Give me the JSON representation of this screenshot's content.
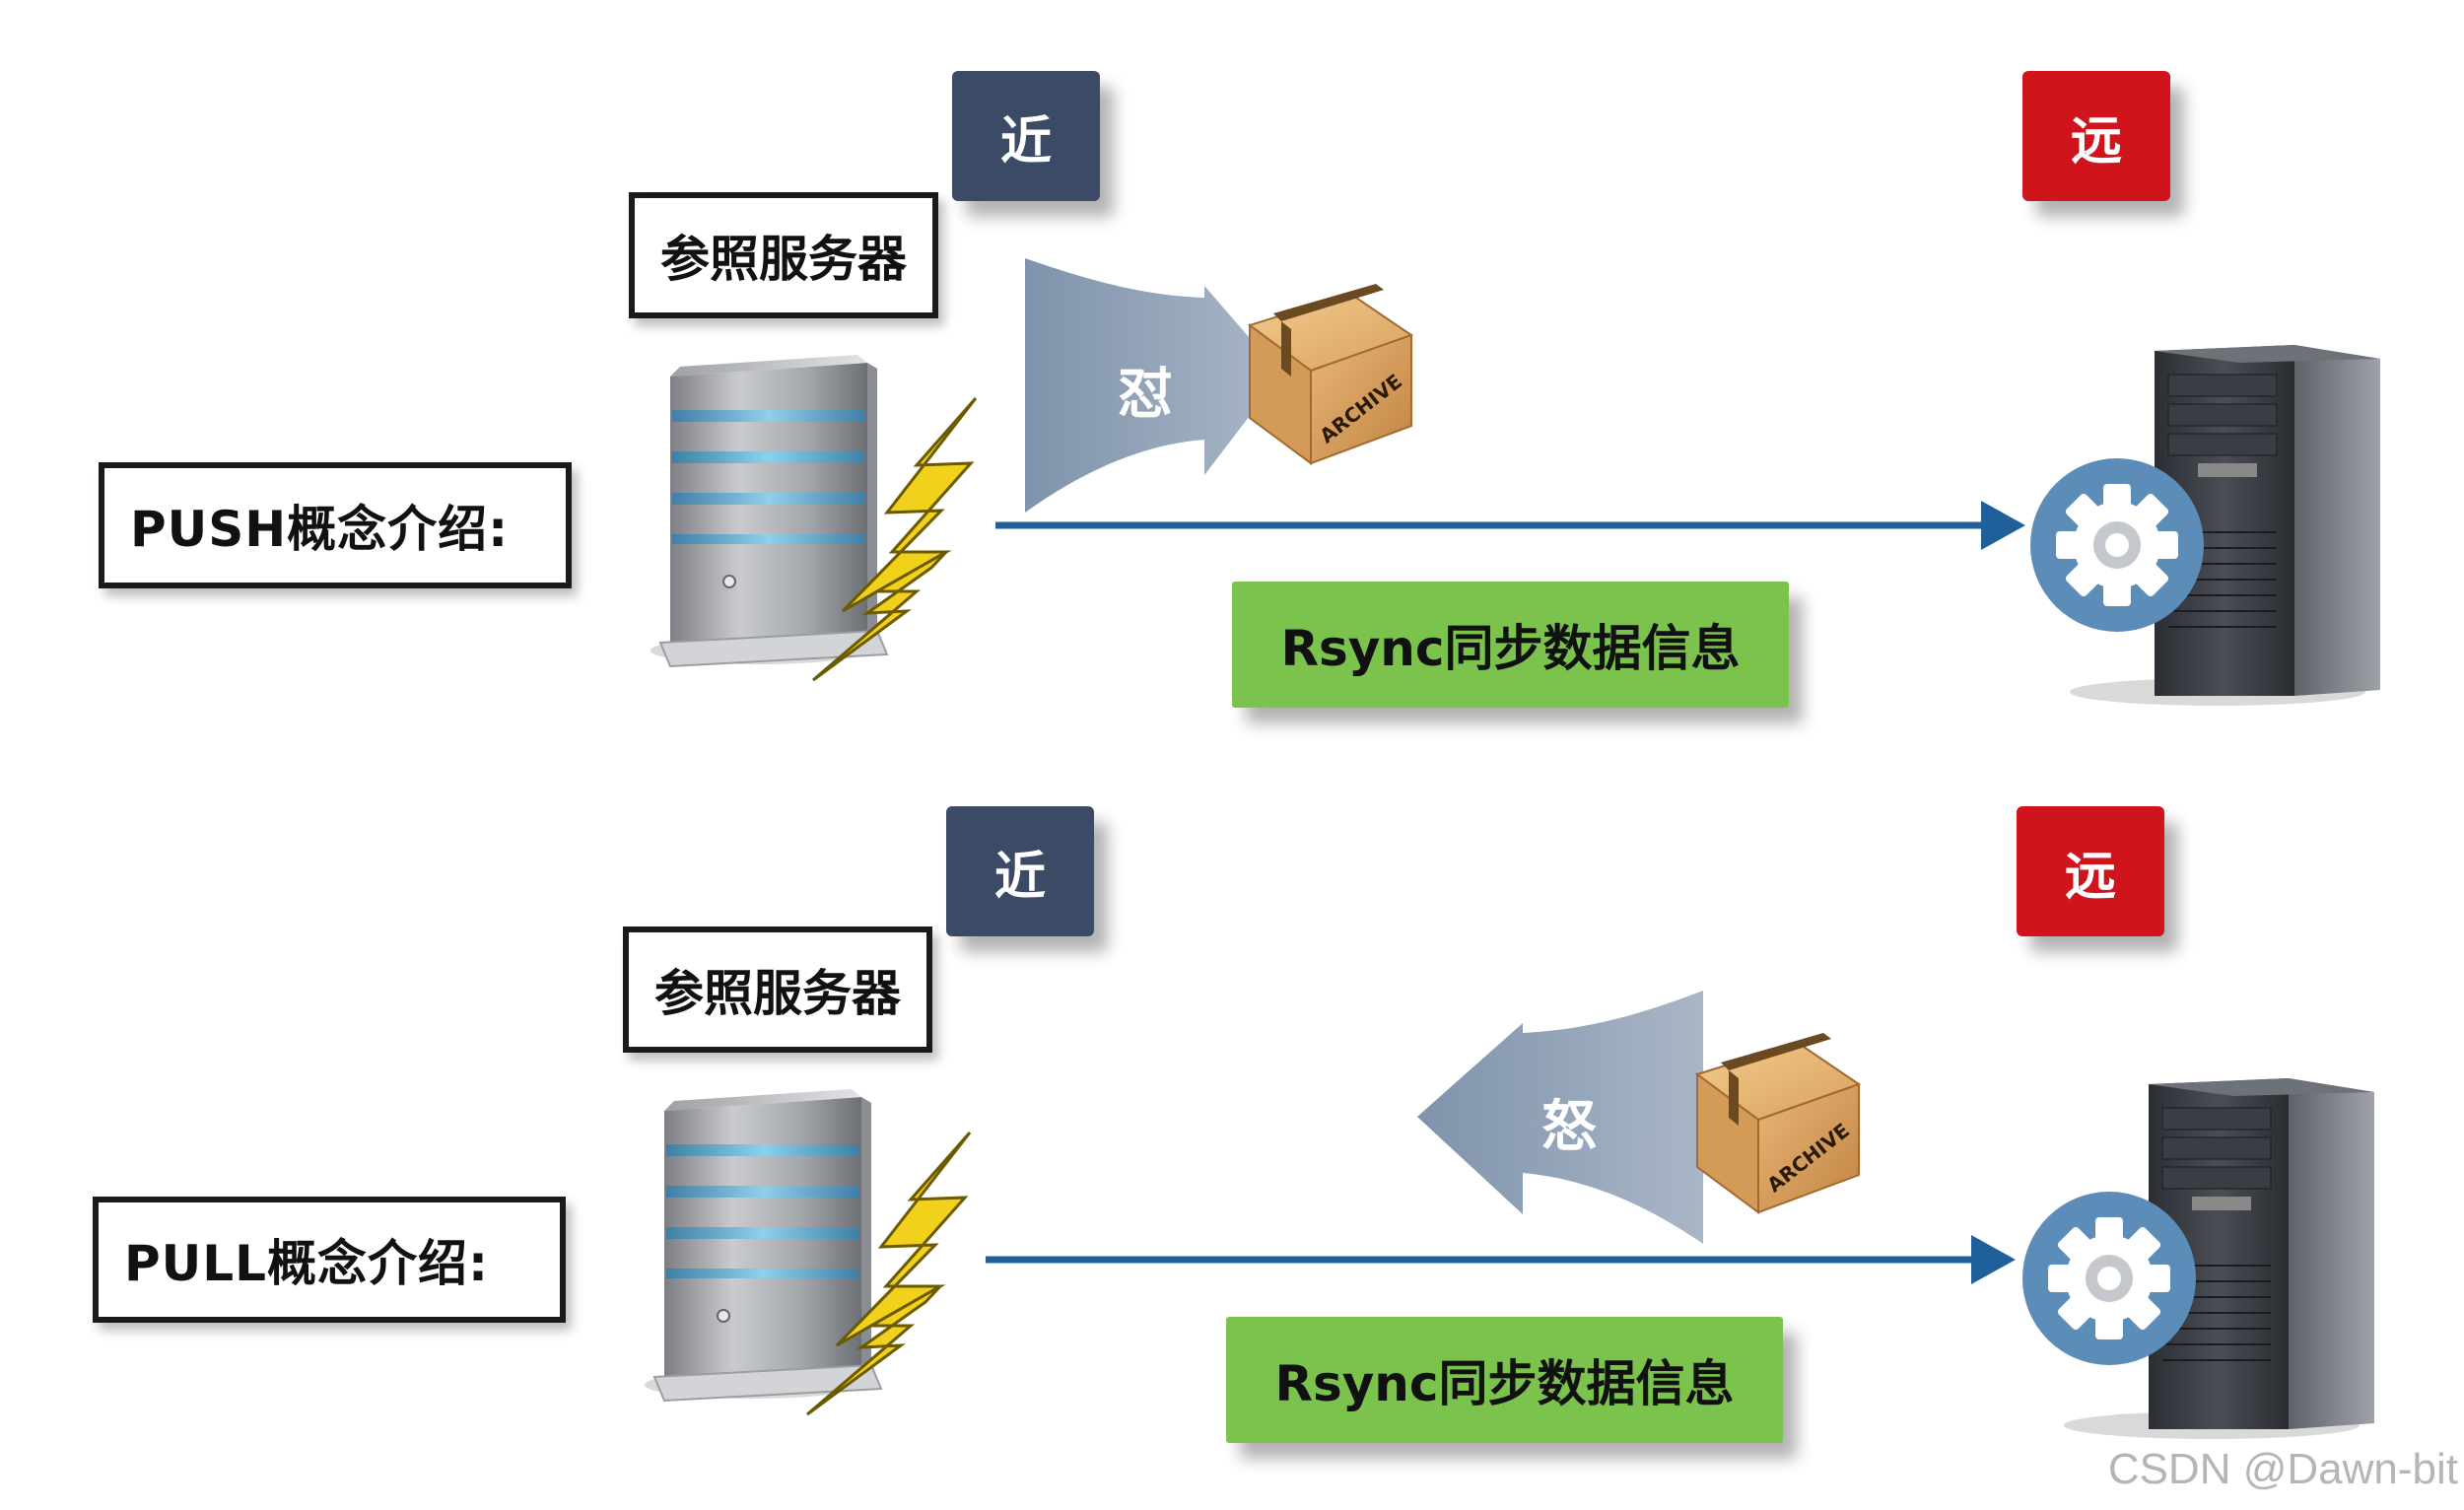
{
  "push": {
    "concept": "PUSH概念介绍:",
    "reference": "参照服务器",
    "near": "近",
    "far": "远",
    "flow": "怼",
    "sync": "Rsync同步数据信息",
    "box": "ARCHIVE"
  },
  "pull": {
    "concept": "PULL概念介绍:",
    "reference": "参照服务器",
    "near": "近",
    "far": "远",
    "flow": "怒",
    "sync": "Rsync同步数据信息",
    "box": "ARCHIVE"
  },
  "watermark": "CSDN @Dawn-bit",
  "colors": {
    "near_tag": "#3b4b66",
    "far_tag": "#d0141b",
    "sync_banner": "#7cc34d",
    "flow_arrow": "#8fa0b6",
    "transfer_line": "#1f5f9a",
    "lightning": "#f2d11c",
    "gear": "#5b8db8"
  }
}
